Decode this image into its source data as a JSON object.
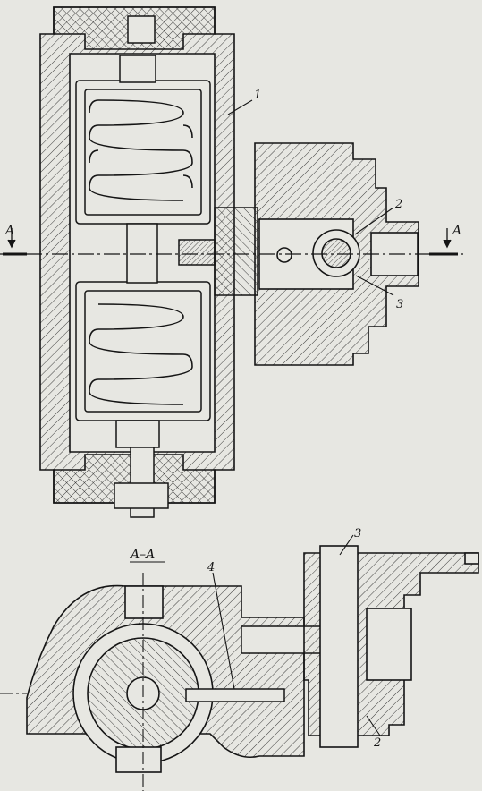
{
  "callouts": {
    "top_1": "1",
    "top_2": "2",
    "top_3": "3",
    "bottom_3": "3",
    "bottom_4": "4",
    "bottom_2": "2"
  },
  "section_marks": {
    "left": "A",
    "right": "A",
    "section_title": "A–A"
  },
  "colors": {
    "paper": "#e7e7e2",
    "ink": "#151515",
    "hatch": "#2a2a2a"
  }
}
